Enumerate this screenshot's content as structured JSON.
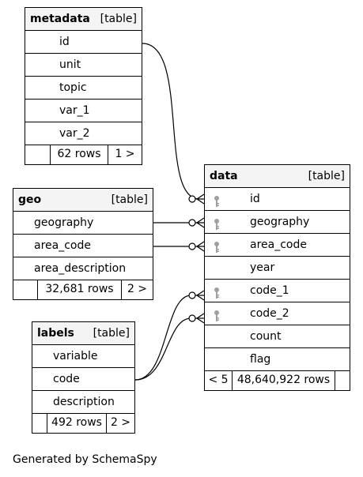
{
  "tables": {
    "metadata": {
      "name": "metadata",
      "type": "[table]",
      "columns": [
        "id",
        "unit",
        "topic",
        "var_1",
        "var_2"
      ],
      "footer": {
        "left": "",
        "rows": "62 rows",
        "right": "1 >"
      }
    },
    "geo": {
      "name": "geo",
      "type": "[table]",
      "columns": [
        "geography",
        "area_code",
        "area_description"
      ],
      "footer": {
        "left": "",
        "rows": "32,681 rows",
        "right": "2 >"
      }
    },
    "labels": {
      "name": "labels",
      "type": "[table]",
      "columns": [
        "variable",
        "code",
        "description"
      ],
      "footer": {
        "left": "",
        "rows": "492 rows",
        "right": "2 >"
      }
    },
    "data": {
      "name": "data",
      "type": "[table]",
      "columns": [
        {
          "name": "id",
          "key": true
        },
        {
          "name": "geography",
          "key": true
        },
        {
          "name": "area_code",
          "key": true
        },
        {
          "name": "year",
          "key": false
        },
        {
          "name": "code_1",
          "key": true
        },
        {
          "name": "code_2",
          "key": true
        },
        {
          "name": "count",
          "key": false
        },
        {
          "name": "flag",
          "key": false
        }
      ],
      "footer": {
        "left": "< 5",
        "rows": "48,640,922 rows",
        "right": ""
      }
    }
  },
  "relationships": [
    {
      "from": "metadata.id",
      "to": "data.id"
    },
    {
      "from": "geo.geography",
      "to": "data.geography"
    },
    {
      "from": "geo.area_code",
      "to": "data.area_code"
    },
    {
      "from": "labels.code",
      "to": "data.code_1"
    },
    {
      "from": "labels.code",
      "to": "data.code_2"
    }
  ],
  "caption": "Generated by SchemaSpy",
  "colors": {
    "header_bg": "#f4f4f4",
    "key_icon": "#a0a0a0",
    "line": "#000000"
  }
}
